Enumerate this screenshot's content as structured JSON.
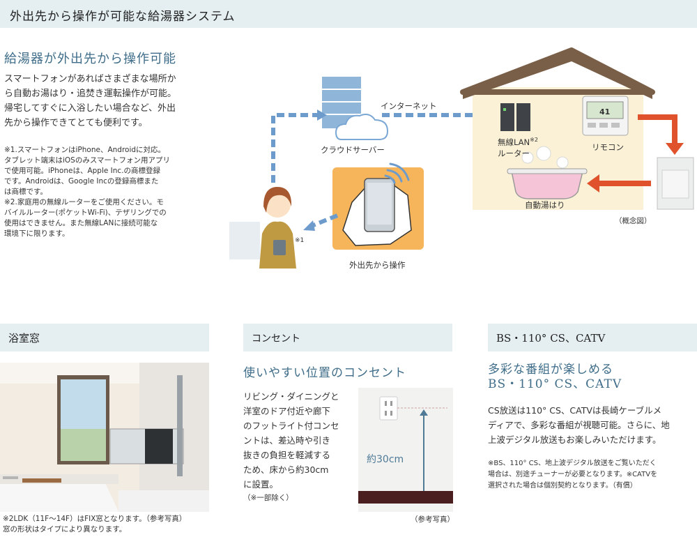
{
  "header": {
    "title": "外出先から操作が可能な給湯器システム"
  },
  "intro": {
    "heading": "給湯器が外出先から操作可能",
    "body": [
      "スマートフォンがあればさまざまな場所か",
      "ら自動お湯はり・追焚き運転操作が可能。",
      "帰宅してすぐに入浴したい場合など、外出",
      "先から操作できてとても便利です。"
    ],
    "notes": [
      "※1.スマートフォンはiPhone、Androidに対応。",
      "タブレット端末はiOSのみスマートフォン用アプリ",
      "で使用可能。iPhoneは、Apple Inc.の商標登録",
      "です。Androidは、Google Incの登録商標また",
      "は商標です。",
      "※2.家庭用の無線ルーターをご使用ください。モ",
      "バイルルーター(ポケットWi-Fi)、テザリングでの",
      "使用はできません。また無線LANに接続可能な",
      "環境下に限ります。"
    ]
  },
  "diagram": {
    "internet_label": "インターネット",
    "cloud_label": "クラウドサーバー",
    "router_label_line1": "無線LAN",
    "router_sup": "※2",
    "router_label_line2": "ルーター",
    "remote_label": "リモコン",
    "remote_display": "41",
    "bath_label": "自動湯はり",
    "concept_label": "（概念図）",
    "outside_label": "外出先から操作",
    "person_note": "※1"
  },
  "sections": {
    "bath_window": {
      "title": "浴室窓",
      "caption": [
        "※2LDK（11F～14F）はFIX窓となります。（参考写真）",
        "窓の形状はタイプにより異なります。"
      ]
    },
    "outlet": {
      "title": "コンセント",
      "heading": "使いやすい位置のコンセント",
      "body": [
        "リビング・ダイニングと",
        "洋室のドア付近や廊下",
        "のフットライト付コンセ",
        "ントは、差込時や引き",
        "抜きの負担を軽減する",
        "ため、床から約30cm",
        "に設置。"
      ],
      "note": "（※一部除く）",
      "measure_label": "約30cm",
      "photo_caption": "（参考写真）"
    },
    "tv": {
      "title": "BS・110° CS、CATV",
      "heading_line1": "多彩な番組が楽しめる",
      "heading_line2": "BS・110° CS、CATV",
      "body": [
        "CS放送は110° CS、CATVは長崎ケーブルメ",
        "ディアで、多彩な番組が視聴可能。さらに、地",
        "上波デジタル放送もお楽しみいただけます。"
      ],
      "notes": [
        "※BS、110° CS、地上波デジタル放送をご覧いただく",
        "場合は、別途チューナーが必要となります。※CATVを",
        "選択された場合は個別契約となります。（有償）"
      ]
    }
  },
  "colors": {
    "header_bg": "#e5eff2",
    "heading_blue": "#3f6d89",
    "dashed_arrow": "#6d9ccc",
    "roof_brown": "#7a5f48",
    "house_wall": "#faf1d6",
    "orange_arrow": "#e0522c",
    "phone_panel": "#f6b55a",
    "bathtub_pink": "#f5c4d6"
  }
}
